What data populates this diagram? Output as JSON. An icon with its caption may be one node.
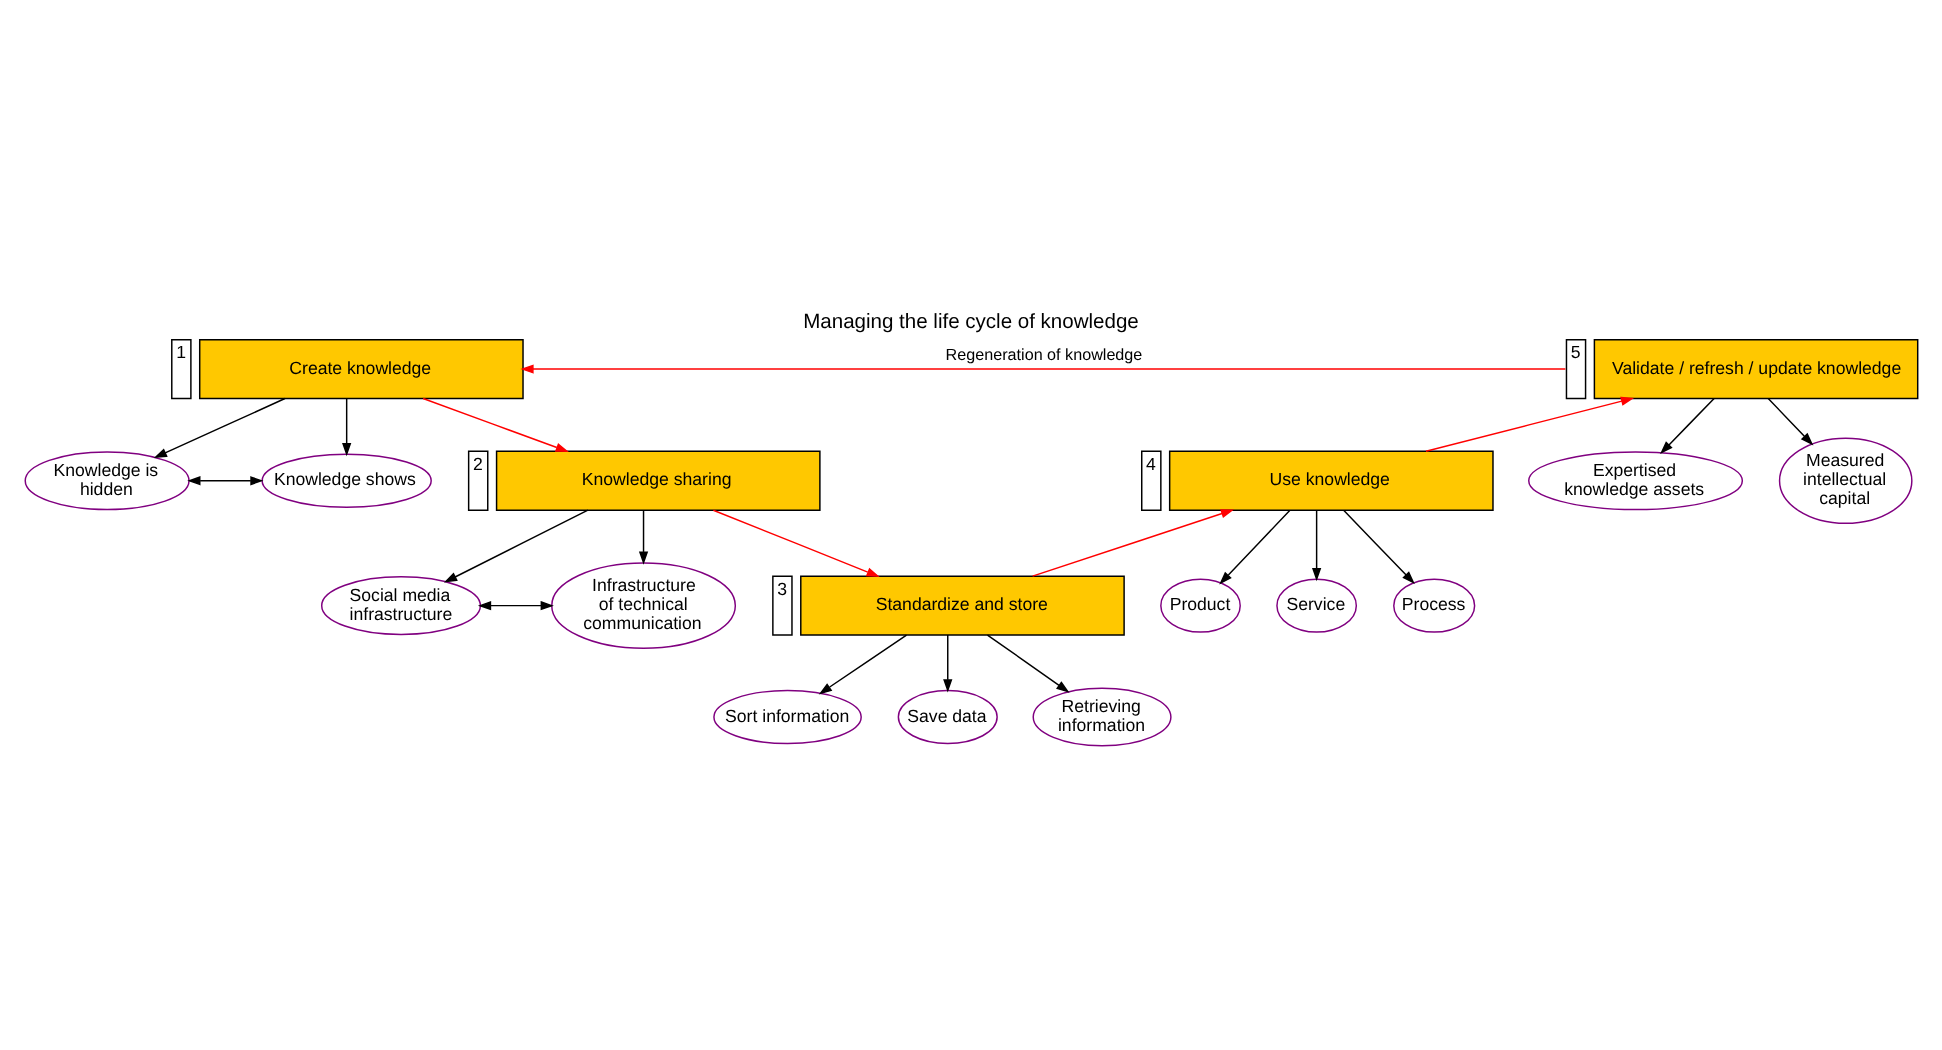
{
  "diagram": {
    "title": "Managing the life cycle of knowledge",
    "nodes": [
      {
        "text": [
          "Create knowledge"
        ],
        "beside": [
          "1"
        ]
      },
      {
        "text": [
          "Knowledge is hidden"
        ]
      },
      {
        "text": [
          "Knowledge shows"
        ]
      },
      {
        "text": [
          "Knowledge sharing"
        ],
        "beside": [
          "2"
        ]
      },
      {
        "text": [
          "Social media infrastructure"
        ]
      },
      {
        "text": [
          "Infrastructure of technical communication"
        ]
      },
      {
        "text": [
          "Standardize and store"
        ],
        "beside": [
          "3"
        ]
      },
      {
        "text": [
          "Sort information"
        ]
      },
      {
        "text": [
          "Save data"
        ]
      },
      {
        "text": [
          "Retrieving information"
        ]
      },
      {
        "text": [
          "Use knowledge"
        ],
        "beside": [
          "4"
        ]
      },
      {
        "text": [
          "Product"
        ]
      },
      {
        "text": [
          "Service"
        ]
      },
      {
        "text": [
          "Process"
        ]
      },
      {
        "text": [
          "Validate / refresh / update knowledge"
        ],
        "beside": [
          "5"
        ]
      },
      {
        "text": [
          "Expertised knowledge assets"
        ]
      },
      {
        "text": [
          "Measured intellectual capital"
        ]
      }
    ],
    "edges": [
      {
        "from": 0,
        "to": 1,
        "arrow": "to"
      },
      {
        "from": 0,
        "to": 2,
        "arrow": "to"
      },
      {
        "from": 1,
        "to": 2,
        "arrow": "both"
      },
      {
        "from": 0,
        "to": 3,
        "arrow": "to",
        "color": "#ff0000"
      },
      {
        "from": 3,
        "to": 4,
        "arrow": "to"
      },
      {
        "from": 3,
        "to": 5,
        "arrow": "to"
      },
      {
        "from": 4,
        "to": 5,
        "arrow": "both"
      },
      {
        "from": 3,
        "to": 6,
        "arrow": "to",
        "color": "#ff0000"
      },
      {
        "from": 6,
        "to": 7,
        "arrow": "to"
      },
      {
        "from": 6,
        "to": 8,
        "arrow": "to"
      },
      {
        "from": 6,
        "to": 9,
        "arrow": "to"
      },
      {
        "from": 6,
        "to": 10,
        "arrow": "to",
        "color": "#ff0000"
      },
      {
        "from": 10,
        "to": 11,
        "arrow": "to"
      },
      {
        "from": 10,
        "to": 12,
        "arrow": "to"
      },
      {
        "from": 10,
        "to": 13,
        "arrow": "to"
      },
      {
        "from": 10,
        "to": 14,
        "arrow": "to",
        "color": "#ff0000"
      },
      {
        "from": 14,
        "to": 15,
        "arrow": "to"
      },
      {
        "from": 14,
        "to": 16,
        "arrow": "to"
      },
      {
        "from": 14,
        "to": 0,
        "arrow": "to",
        "color": "#ff0000",
        "label": "Regeneration of knowledge"
      }
    ]
  }
}
